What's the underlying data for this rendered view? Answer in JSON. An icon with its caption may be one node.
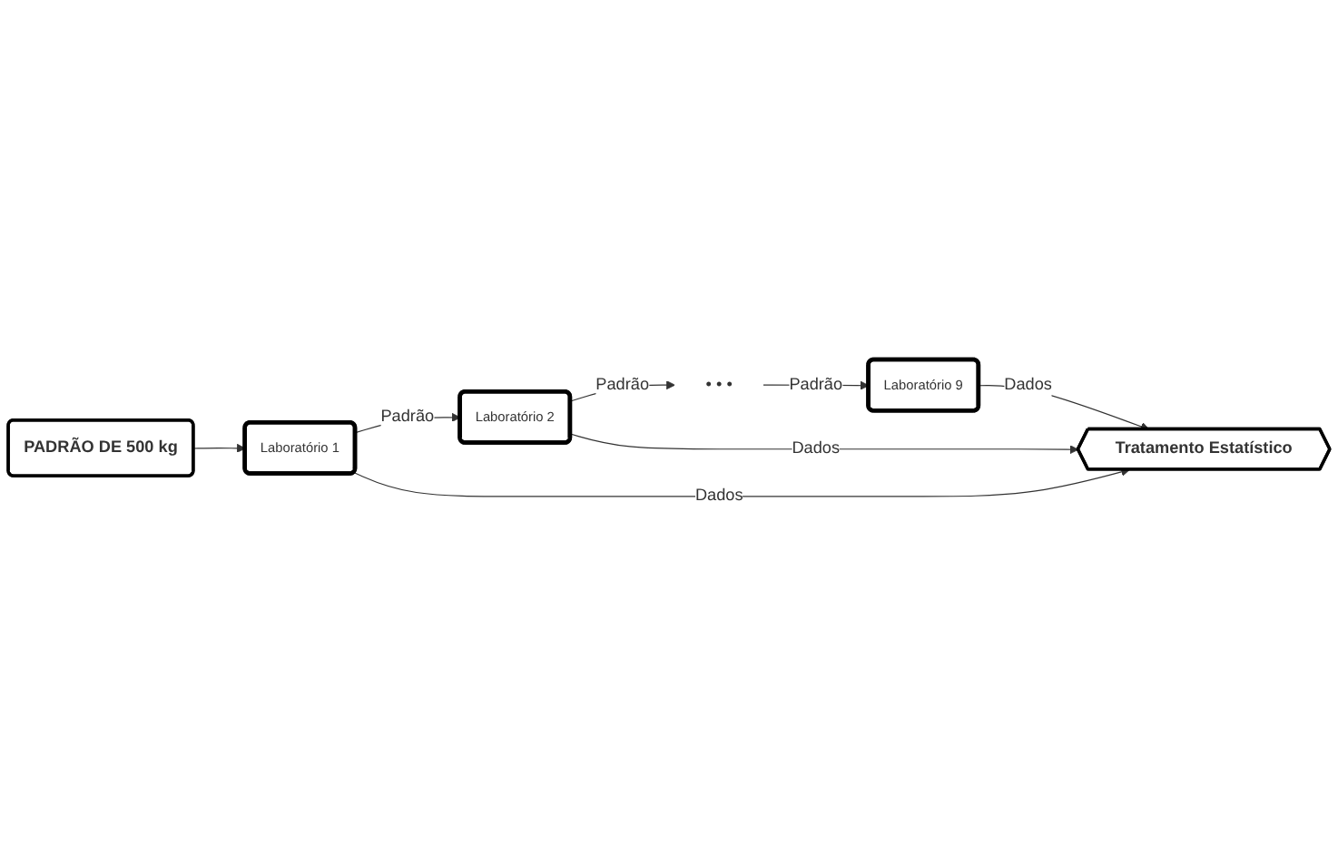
{
  "diagram": {
    "nodes": [
      {
        "text": [
          "PADRÃO DE 500 kg"
        ]
      },
      {
        "text": [
          "Laboratório 1"
        ]
      },
      {
        "text": [
          "Laboratório 2"
        ]
      },
      {
        "text": [
          "• • •"
        ]
      },
      {
        "text": [
          "Laboratório 9"
        ]
      },
      {
        "text": [
          "Tratamento Estatístico"
        ]
      }
    ],
    "edges": [
      {
        "from": 0,
        "to": 1,
        "arrow": "to"
      },
      {
        "from": 1,
        "to": 2,
        "arrow": "to",
        "label": "Padrão"
      },
      {
        "from": 2,
        "to": 3,
        "arrow": "to",
        "label": "Padrão"
      },
      {
        "from": 3,
        "to": 4,
        "arrow": "to",
        "label": "Padrão"
      },
      {
        "from": 2,
        "to": 5,
        "arrow": "to",
        "label": "Dados"
      },
      {
        "from": 1,
        "to": 5,
        "arrow": "to",
        "label": "Dados"
      },
      {
        "from": 4,
        "to": 5,
        "arrow": "to",
        "label": "Dados"
      }
    ]
  }
}
